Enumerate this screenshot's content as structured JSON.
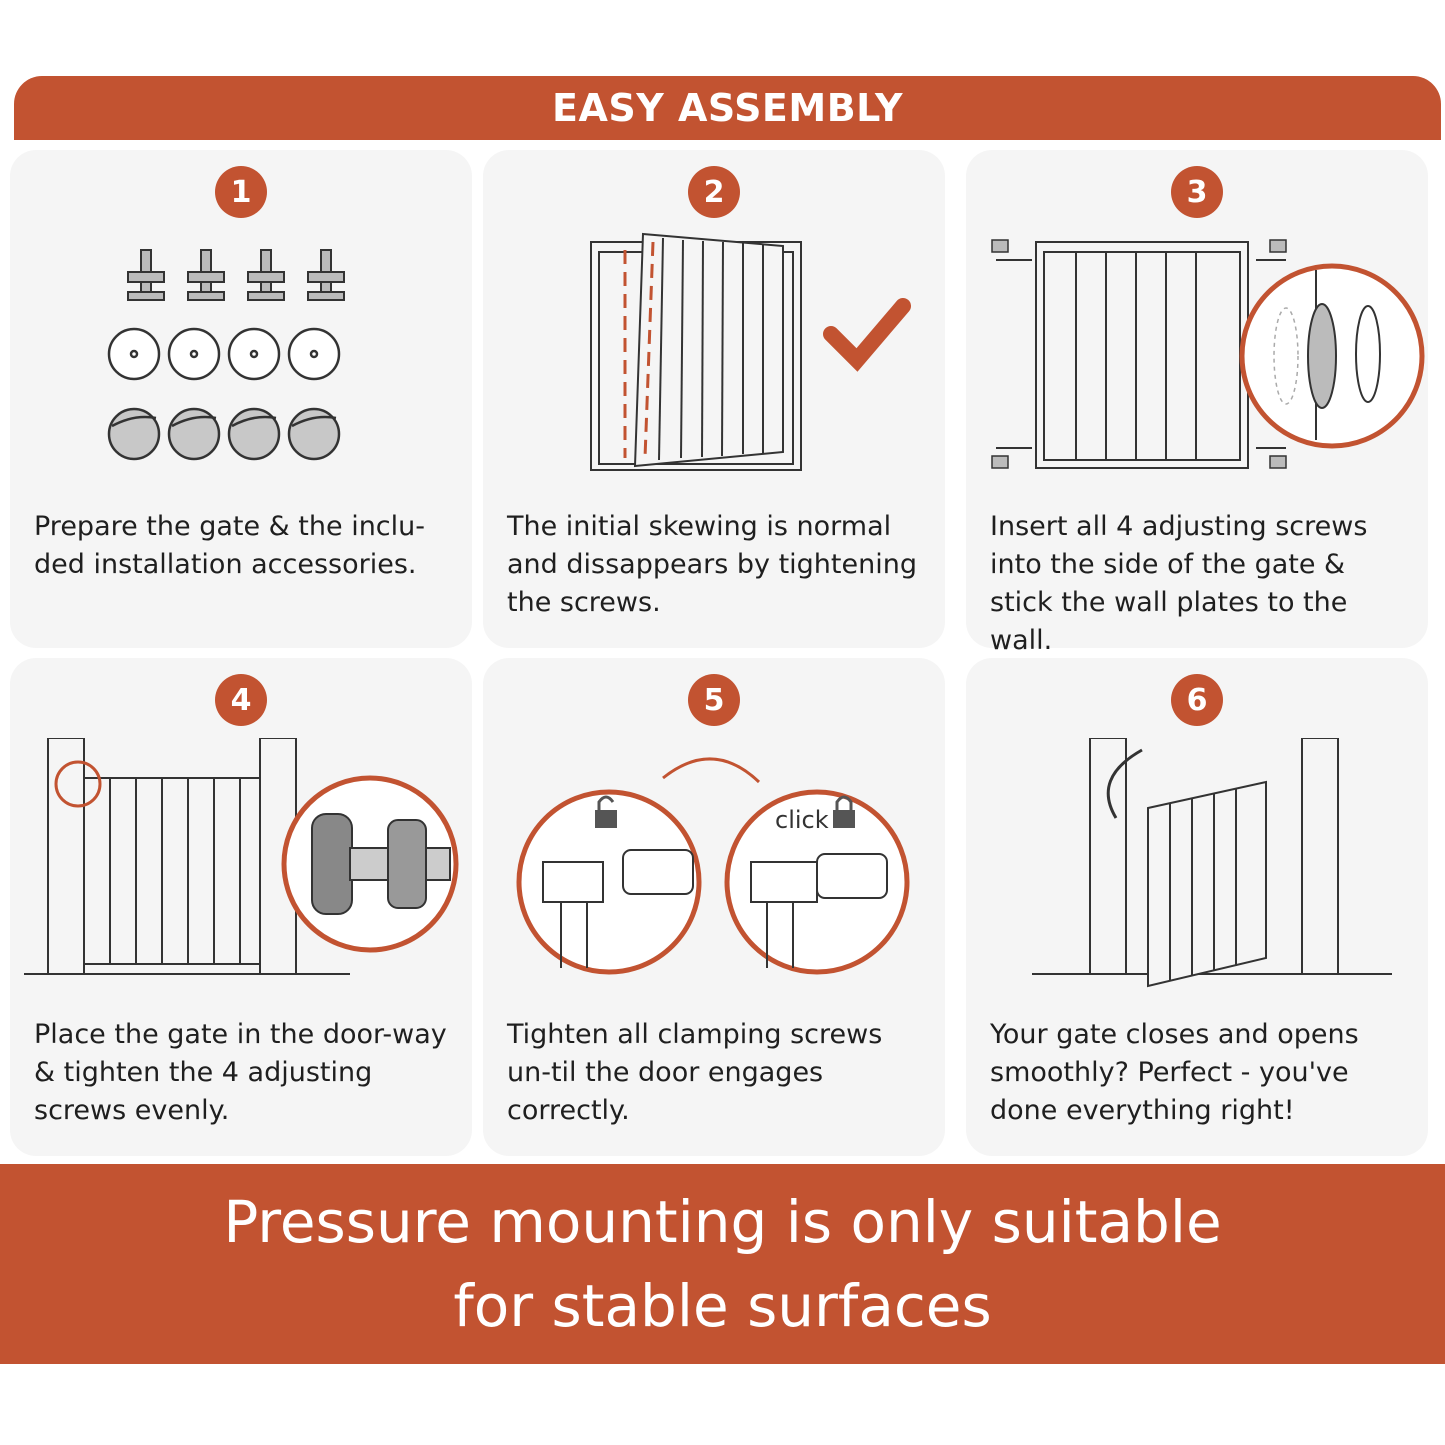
{
  "header": {
    "title": "EASY ASSEMBLY"
  },
  "steps": [
    {
      "number": "1",
      "text": "Prepare the gate & the inclu-ded installation accessories."
    },
    {
      "number": "2",
      "text": "The initial skewing is normal and dissappears by tightening the screws."
    },
    {
      "number": "3",
      "text": "Insert all 4 adjusting screws into the side of the gate & stick the wall plates to the wall."
    },
    {
      "number": "4",
      "text": "Place the gate in the door-way & tighten the 4 adjusting screws evenly."
    },
    {
      "number": "5",
      "text": "Tighten all clamping screws un-til the door engages correctly."
    },
    {
      "number": "6",
      "text": "Your gate closes and opens smoothly? Perfect - you've done everything right!"
    }
  ],
  "illustration_labels": {
    "click": "click"
  },
  "footer": {
    "line1": "Pressure mounting is only suitable",
    "line2": "for stable surfaces"
  },
  "colors": {
    "accent": "#c25331",
    "card": "#f5f5f5",
    "line": "#333333"
  },
  "icons": [
    "screw-icon",
    "wall-plate-icon",
    "adhesive-pad-icon",
    "gate-icon",
    "checkmark-icon",
    "padlock-open-icon",
    "padlock-closed-icon",
    "arrow-icon",
    "magnifier-circle-icon"
  ]
}
